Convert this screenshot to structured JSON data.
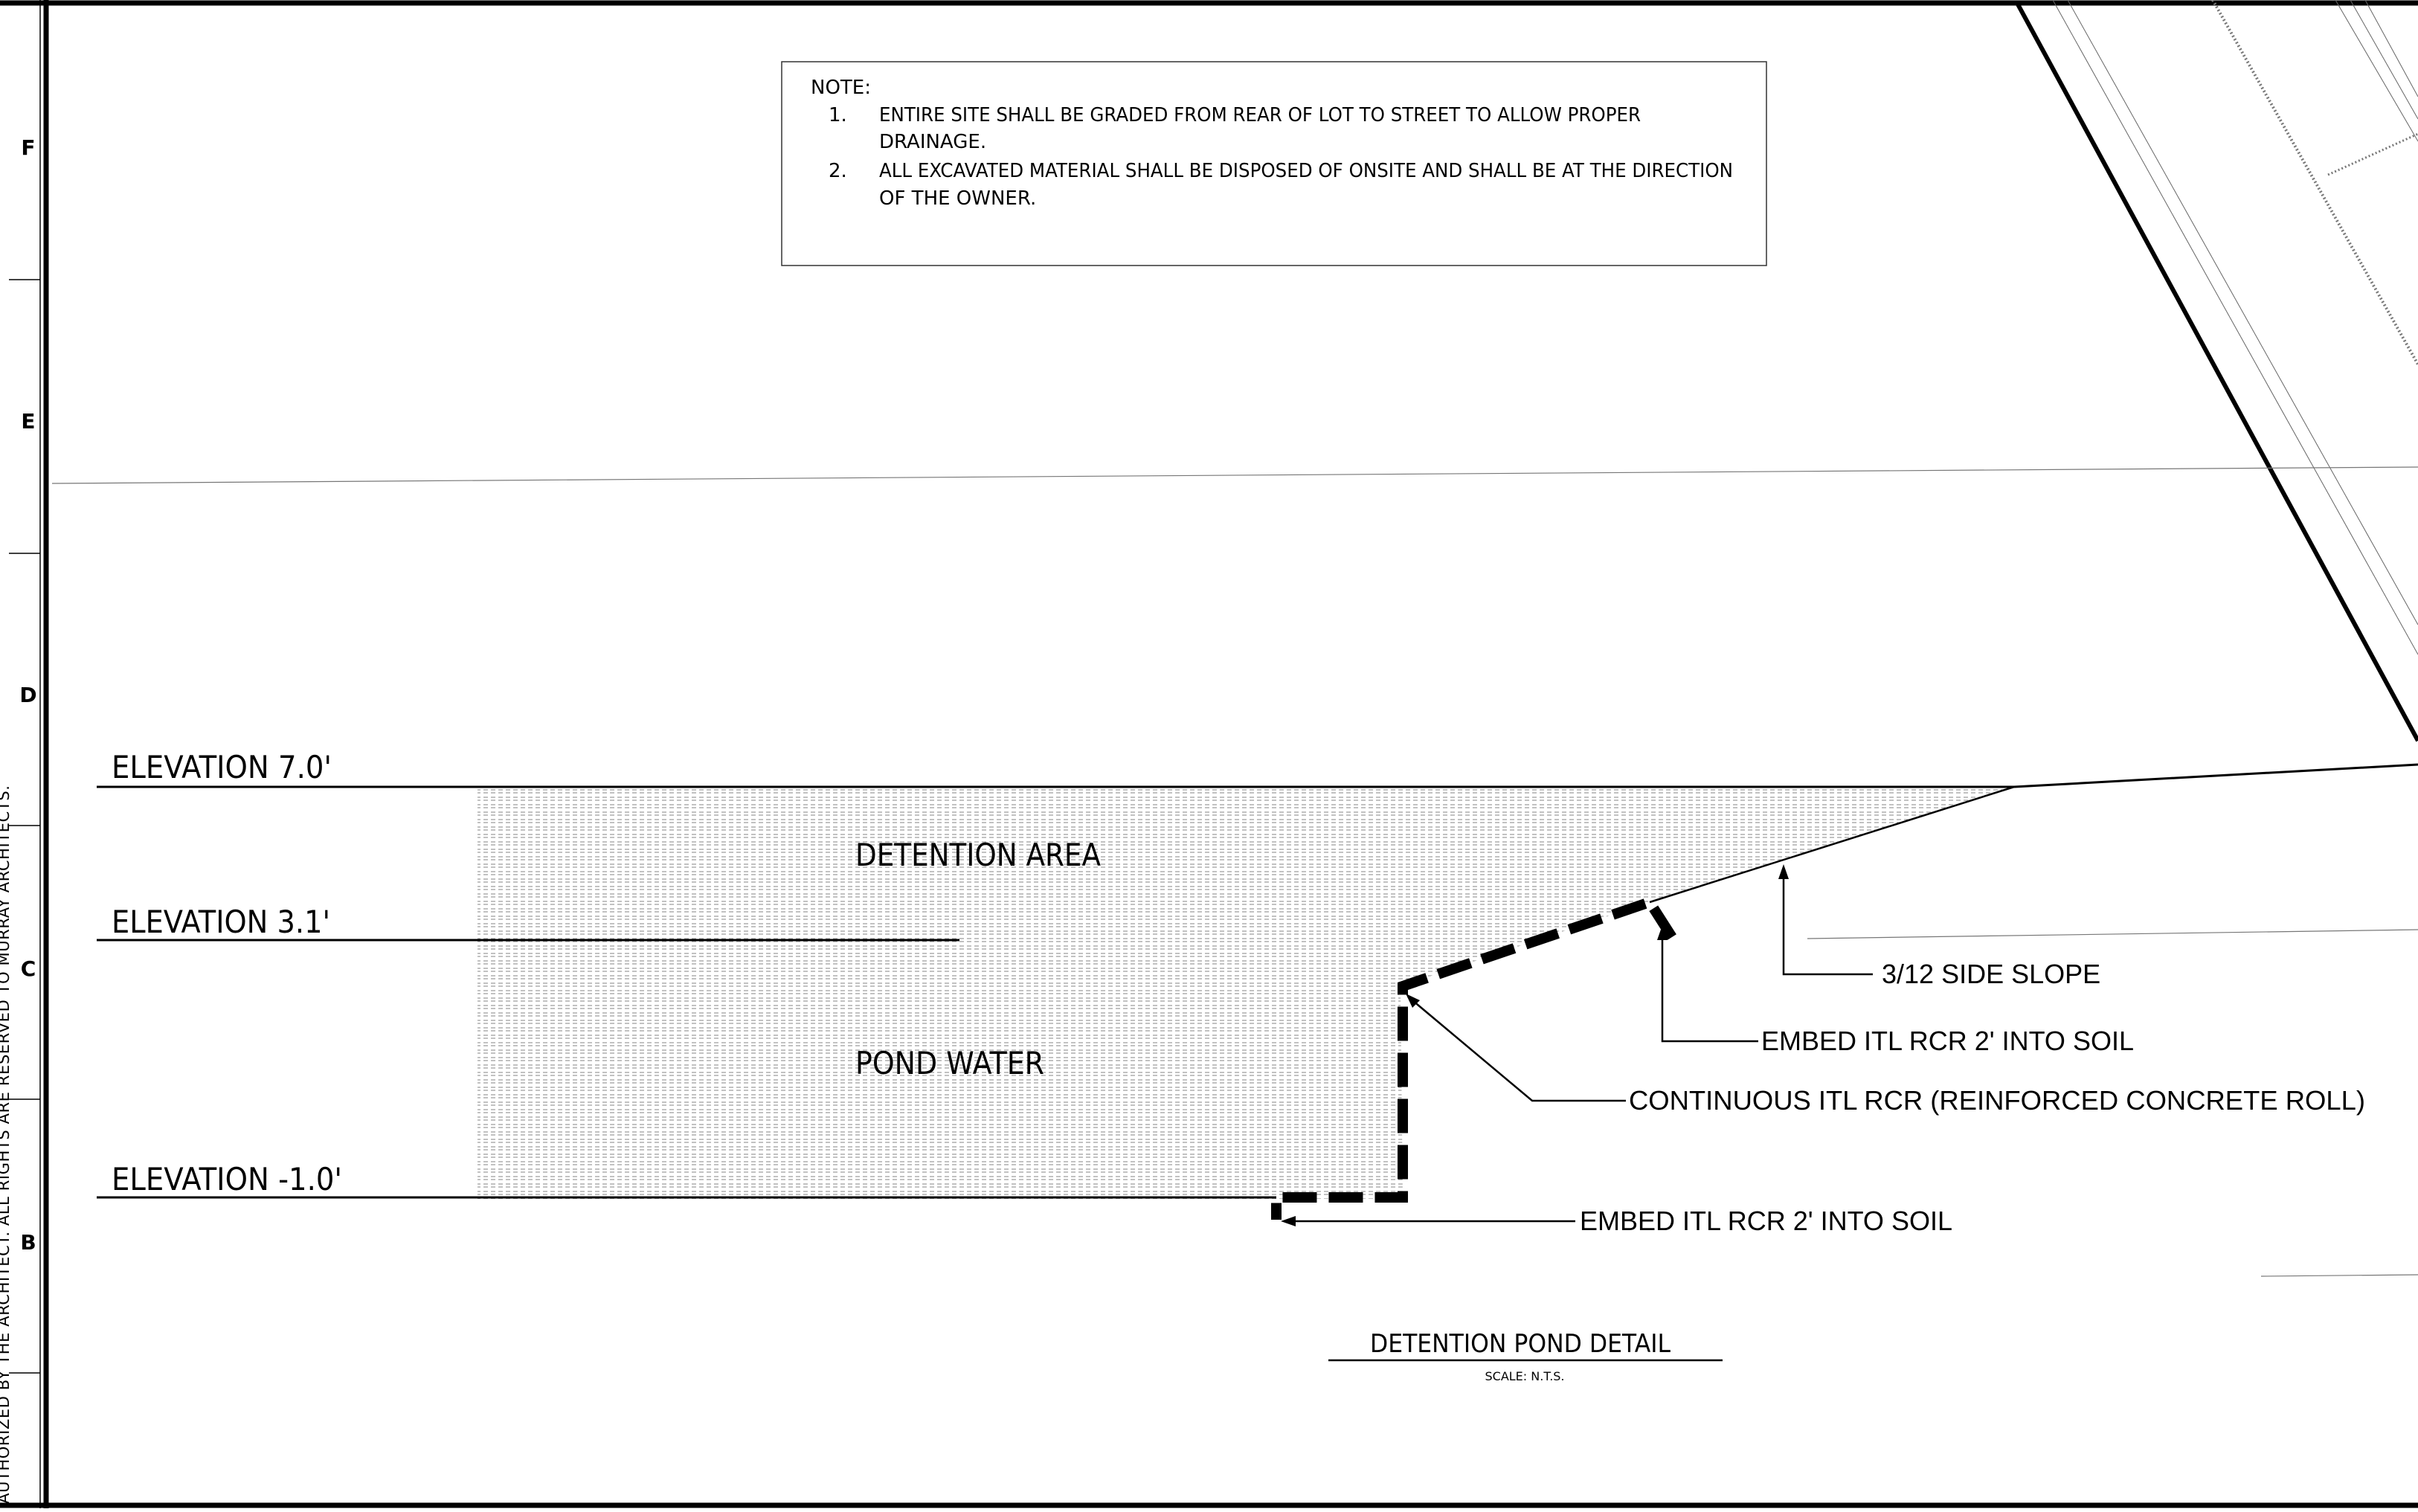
{
  "zone_letters": [
    "F",
    "E",
    "D",
    "C",
    "B"
  ],
  "side_text": "AUTHORIZED BY THE ARCHITECT.  ALL RIGHTS ARE RESERVED TO MURRAY ARCHITECTS.",
  "note": {
    "heading": "NOTE:",
    "items": [
      {
        "num": "1.",
        "line1": "ENTIRE SITE SHALL BE GRADED FROM REAR OF LOT TO STREET TO ALLOW PROPER",
        "line2": "DRAINAGE."
      },
      {
        "num": "2.",
        "line1": "ALL EXCAVATED MATERIAL SHALL BE DISPOSED OF ONSITE AND SHALL BE AT THE DIRECTION",
        "line2": "OF THE OWNER."
      }
    ]
  },
  "elevations": {
    "top": "ELEVATION 7.0'",
    "mid": "ELEVATION 3.1'",
    "bottom": "ELEVATION -1.0'"
  },
  "areas": {
    "detention": "DETENTION AREA",
    "pond": "POND WATER"
  },
  "callouts": {
    "side_slope": "3/12 SIDE SLOPE",
    "embed_top": "EMBED ITL RCR 2' INTO SOIL",
    "continuous": "CONTINUOUS ITL RCR (REINFORCED CONCRETE ROLL)",
    "embed_bottom": "EMBED ITL RCR 2' INTO SOIL"
  },
  "detail": {
    "title": "DETENTION POND DETAIL",
    "scale": "SCALE: N.T.S."
  }
}
